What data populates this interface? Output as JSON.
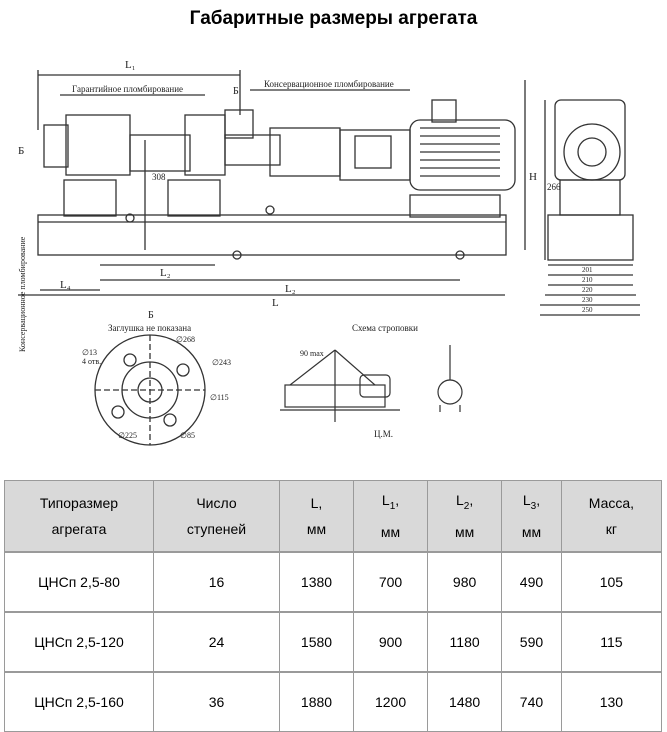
{
  "title": "Габаритные размеры агрегата",
  "drawing": {
    "labels": {
      "l1": "L₁",
      "l2_a": "L₂",
      "l2_b": "L₂",
      "l4": "L₄",
      "l": "L",
      "b_left": "Б",
      "b_top": "Б",
      "b_bottom": "Б",
      "h": "H",
      "d308": "308",
      "d266": "266",
      "warranty_seal": "Гарантийное пломбирование",
      "conservation_seal": "Консервационное пломбирование",
      "conservation_vertical": "Консервационное пломбирование",
      "plug_note": "Заглушка не показана",
      "sling_scheme": "Схема строповки",
      "cm": "Ц.М.",
      "max_angle": "90 max",
      "d13": "∅13",
      "holes": "4 отв.",
      "d268": "∅268",
      "d243": "∅243",
      "d115": "∅115",
      "d225": "∅225",
      "d85": "∅85",
      "w201": "201",
      "w210": "210",
      "w220": "220",
      "w230": "230",
      "w250": "250"
    }
  },
  "table": {
    "headers": [
      [
        "Типоразмер",
        "агрегата"
      ],
      [
        "Число",
        "ступеней"
      ],
      [
        "L,",
        "мм"
      ],
      [
        "L",
        "1",
        ",",
        "мм"
      ],
      [
        "L",
        "2",
        ",",
        "мм"
      ],
      [
        "L",
        "3",
        ",",
        "мм"
      ],
      [
        "Масса,",
        "кг"
      ]
    ],
    "rows": [
      [
        "ЦНСп  2,5-80",
        "16",
        "1380",
        "700",
        "980",
        "490",
        "105"
      ],
      [
        "ЦНСп 2,5-120",
        "24",
        "1580",
        "900",
        "1180",
        "590",
        "115"
      ],
      [
        "ЦНСп 2,5-160",
        "36",
        "1880",
        "1200",
        "1480",
        "740",
        "130"
      ]
    ]
  }
}
